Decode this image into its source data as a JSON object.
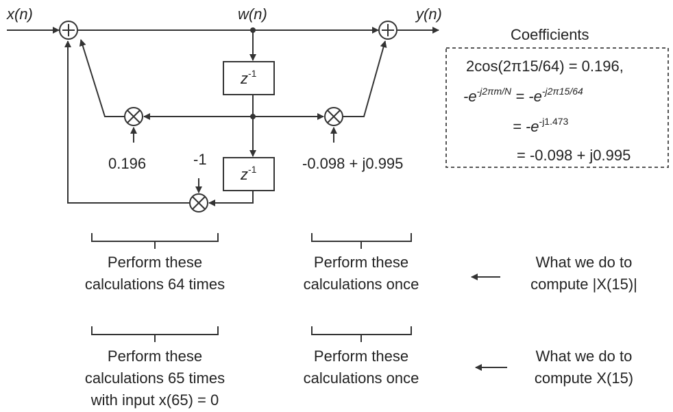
{
  "signals": {
    "input": "x(n)",
    "mid": "w(n)",
    "output": "y(n)"
  },
  "delay_label": "z",
  "delay_exp": "-1",
  "multiplier_labels": {
    "left": "0.196",
    "right": "-0.098 + j0.995",
    "bottom": "-1"
  },
  "coefficients": {
    "title": "Coefficients",
    "line1": "2cos(2π15/64) = 0.196,",
    "line2_a": "-e",
    "line2_a_exp": "-j2πm/N",
    "line2_b": " = -e",
    "line2_b_exp": "-j2π15/64",
    "line3_a": "= -e",
    "line3_a_exp": "-j1.473",
    "line4": "=   -0.098 + j0.995"
  },
  "rows": [
    {
      "left": [
        "Perform these",
        "calculations 64 times"
      ],
      "mid": [
        "Perform these",
        "calculations once"
      ],
      "right": [
        "What we do to",
        "compute |X(15)|"
      ]
    },
    {
      "left": [
        "Perform these",
        "calculations 65 times",
        "with input x(65)  = 0"
      ],
      "mid": [
        "Perform these",
        "calculations once"
      ],
      "right": [
        "What we do to",
        "compute  X(15)"
      ]
    }
  ]
}
